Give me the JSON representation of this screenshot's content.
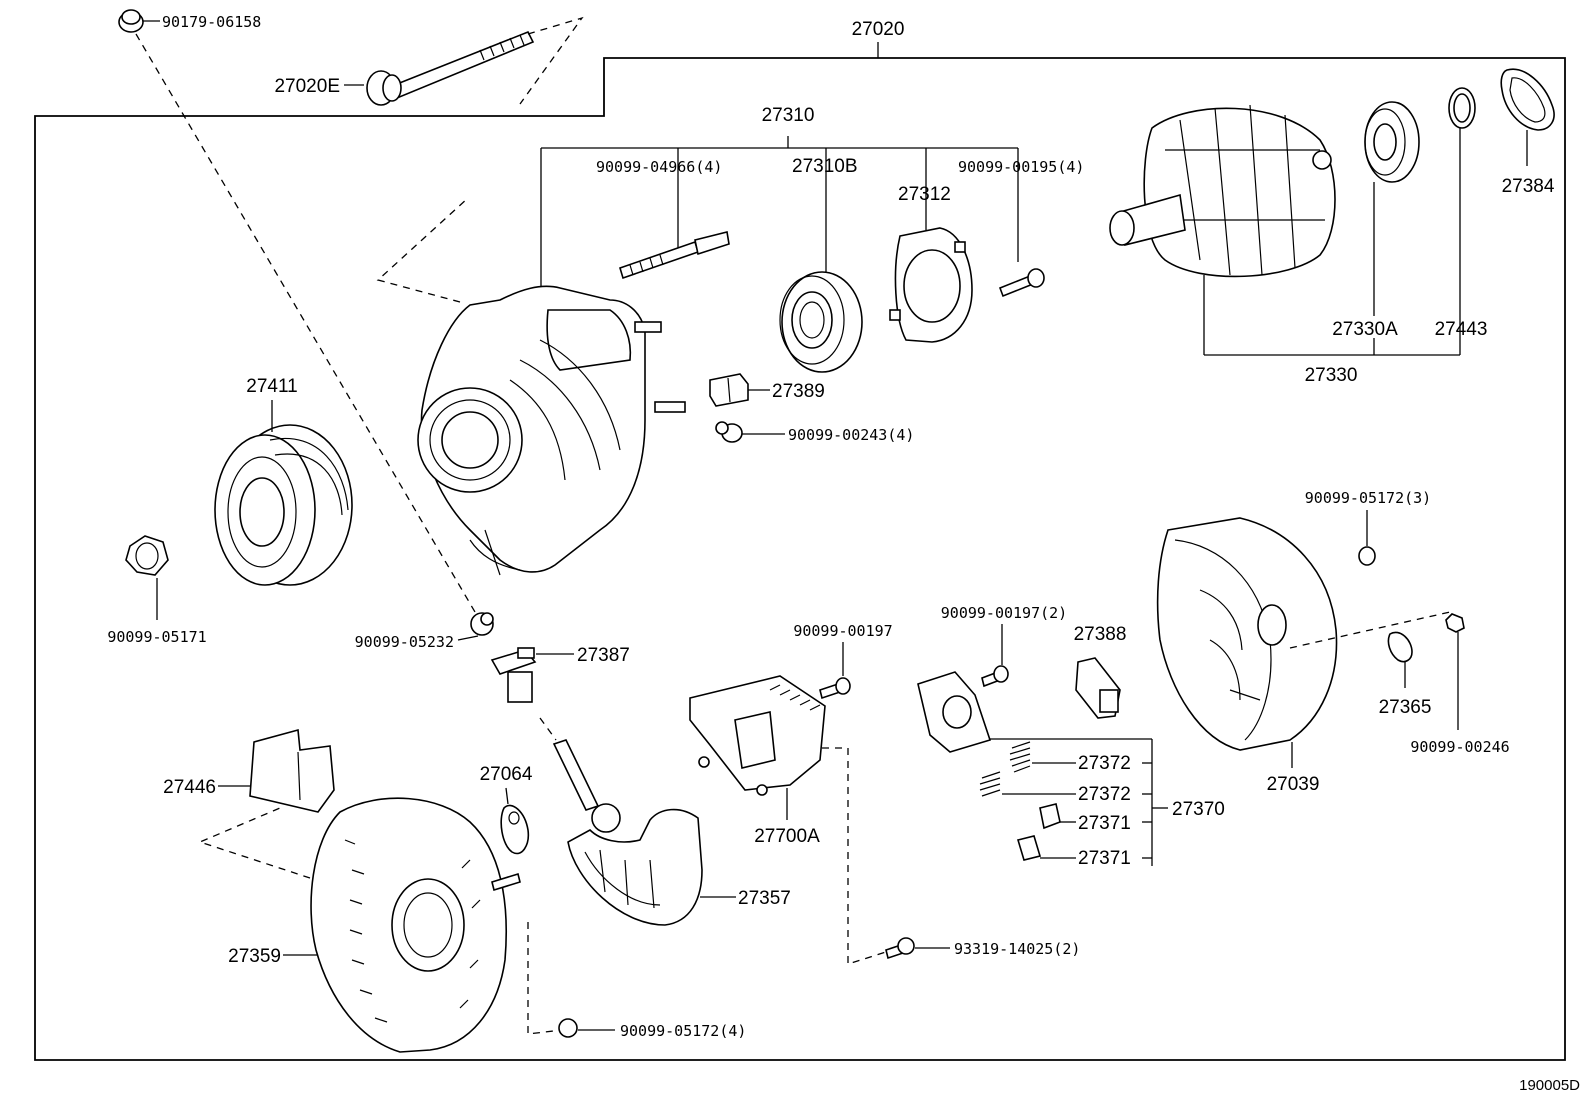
{
  "diagram_code": "190005D",
  "callouts": {
    "c27020": "27020",
    "c90179_06158": "90179-06158",
    "c27020E": "27020E",
    "c27310": "27310",
    "c90099_04966": "90099-04966(4)",
    "c27310B": "27310B",
    "c27312": "27312",
    "c90099_00195": "90099-00195(4)",
    "c27384": "27384",
    "c27330A": "27330A",
    "c27443": "27443",
    "c27330": "27330",
    "c27389": "27389",
    "c90099_00243": "90099-00243(4)",
    "c27411": "27411",
    "c90099_05171": "90099-05171",
    "c90099_05232": "90099-05232",
    "c27387": "27387",
    "c90099_05172_3": "90099-05172(3)",
    "c90099_00197": "90099-00197",
    "c90099_00197_2": "90099-00197(2)",
    "c27388": "27388",
    "c27365": "27365",
    "c90099_00246": "90099-00246",
    "c27039": "27039",
    "c27372a": "27372",
    "c27372b": "27372",
    "c27371a": "27371",
    "c27371b": "27371",
    "c27370": "27370",
    "c27700A": "27700A",
    "c27446": "27446",
    "c27064": "27064",
    "c27357": "27357",
    "c27359": "27359",
    "c93319_14025": "93319-14025(2)",
    "c90099_05172_4": "90099-05172(4)"
  }
}
